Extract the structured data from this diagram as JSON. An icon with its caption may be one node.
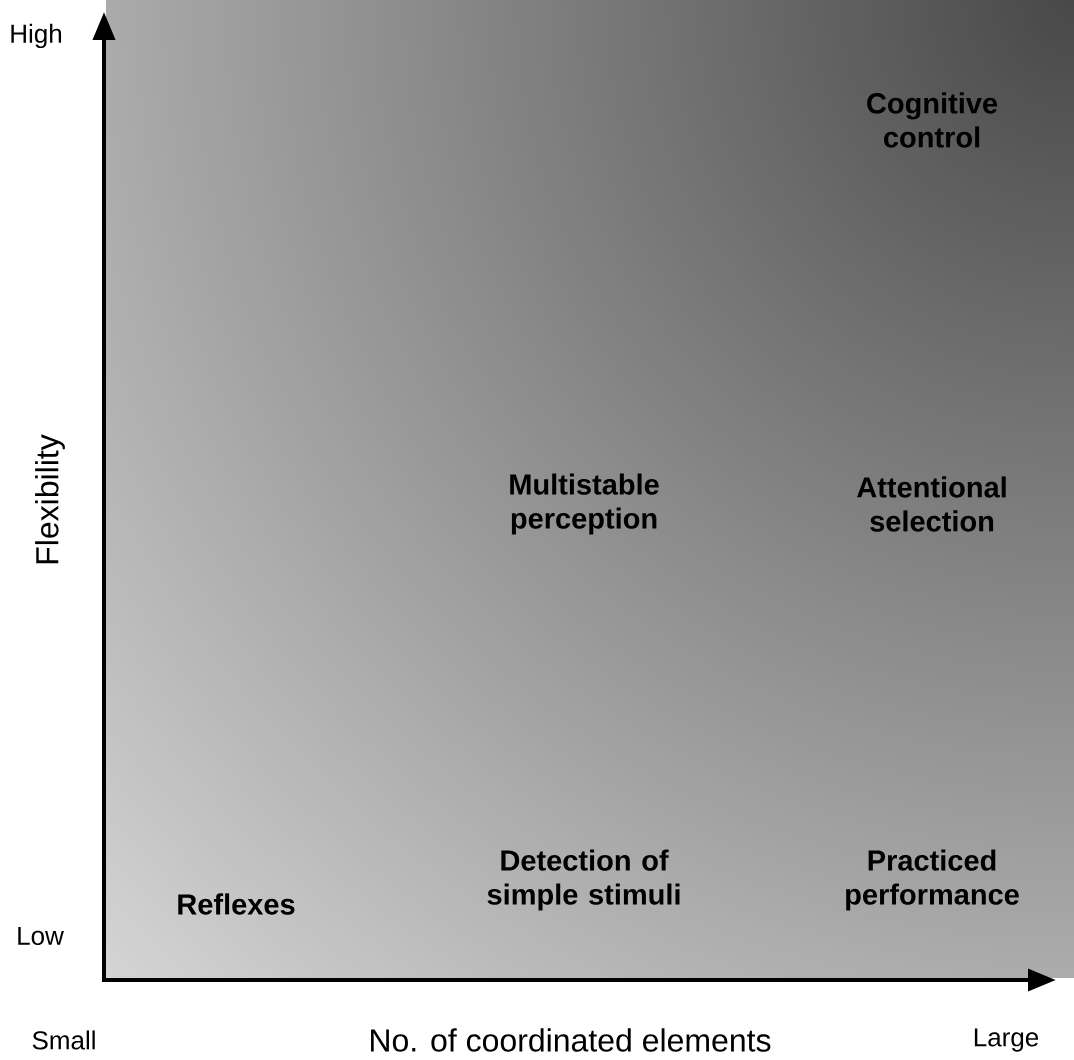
{
  "diagram": {
    "labels": [
      "High",
      "Cognitive control",
      "Flexibility",
      "Multistable perception",
      "Attentional selection",
      "Detection of simple stimuli",
      "Practiced performance",
      "Reflexes",
      "Low",
      "Small",
      "No. of coordinated elements",
      "Large"
    ]
  }
}
